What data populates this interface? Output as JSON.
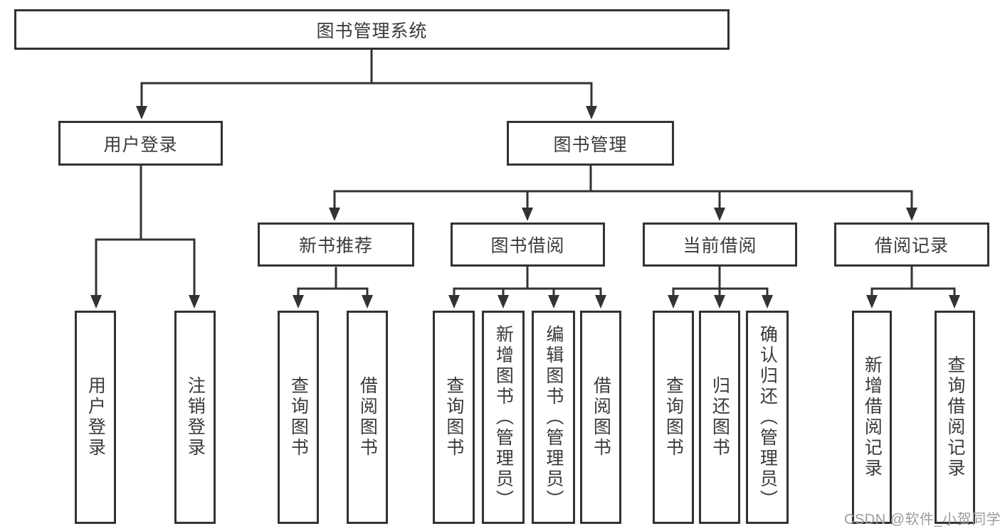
{
  "diagram_title": "图书管理系统",
  "colors": {
    "line": "#333333",
    "box_border": "#323232",
    "text": "#3a3a3a",
    "watermark": "#9c9c9c",
    "background": "#ffffff"
  },
  "tree": {
    "label": "图书管理系统",
    "children": [
      {
        "label": "用户登录",
        "children": [
          {
            "label": "用户登录"
          },
          {
            "label": "注销登录"
          }
        ]
      },
      {
        "label": "图书管理",
        "children": [
          {
            "label": "新书推荐",
            "children": [
              {
                "label": "查询图书"
              },
              {
                "label": "借阅图书"
              }
            ]
          },
          {
            "label": "图书借阅",
            "children": [
              {
                "label": "查询图书"
              },
              {
                "label": "新增图书（管理员）"
              },
              {
                "label": "编辑图书（管理员）"
              },
              {
                "label": "借阅图书"
              }
            ]
          },
          {
            "label": "当前借阅",
            "children": [
              {
                "label": "查询图书"
              },
              {
                "label": "归还图书"
              },
              {
                "label": "确认归还（管理员）"
              }
            ]
          },
          {
            "label": "借阅记录",
            "children": [
              {
                "label": "新增借阅记录"
              },
              {
                "label": "查询借阅记录"
              }
            ]
          }
        ]
      }
    ]
  },
  "watermark": "CSDN @软件_小贺同学"
}
